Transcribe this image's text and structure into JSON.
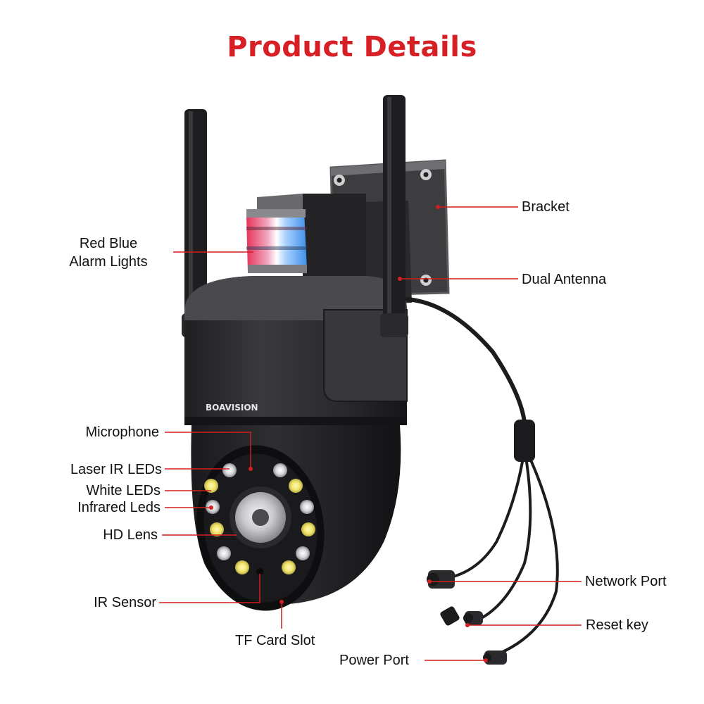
{
  "title": "Product Details",
  "brand": "BOAVISION",
  "colors": {
    "title": "#d71f26",
    "callout": "#d21f1f",
    "body": "#2b2b2d",
    "antenna": "#1e1e20",
    "bracket": "#3d3d40",
    "alarm_red": "#e8325a",
    "alarm_blue": "#3e8fe8"
  },
  "labels": {
    "bracket": "Bracket",
    "dual_antenna": "Dual Antenna",
    "alarm_line1": "Red Blue",
    "alarm_line2": "Alarm Lights",
    "microphone": "Microphone",
    "laser_ir": "Laser IR LEDs",
    "white_leds": "White LEDs",
    "infrared_leds": "Infrared Leds",
    "hd_lens": "HD Lens",
    "ir_sensor": "IR Sensor",
    "tf_card": "TF Card Slot",
    "network_port": "Network Port",
    "reset_key": "Reset key",
    "power_port": "Power Port"
  }
}
